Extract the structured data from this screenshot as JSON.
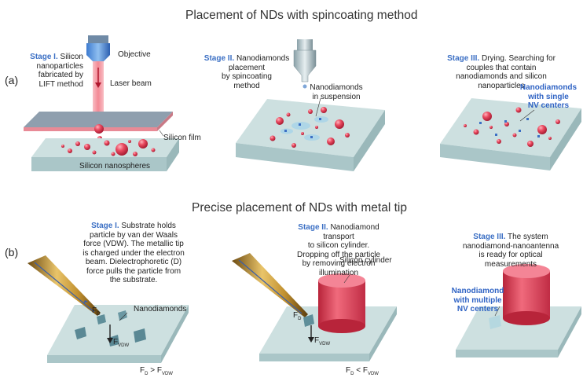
{
  "titles": {
    "top": "Placement of NDs with spincoating method",
    "bottom": "Precise placement of NDs with metal tip"
  },
  "panel_labels": {
    "a": "(a)",
    "b": "(b)"
  },
  "a": {
    "s1_stage": "Stage I.",
    "s1_text_1": "Silicon",
    "s1_text_2": "nanoparticles",
    "s1_text_3": "fabricated by",
    "s1_text_4": "LIFT method",
    "objective": "Objective",
    "laser": "Laser beam",
    "film": "Silicon film",
    "nanospheres": "Silicon nanospheres",
    "s2_stage": "Stage II.",
    "s2_text_1": "Nanodiamonds",
    "s2_text_2": "placement",
    "s2_text_3": "by spincoating",
    "s2_text_4": "method",
    "suspension_1": "Nanodiamonds",
    "suspension_2": "in suspension",
    "s3_stage": "Stage III.",
    "s3_text_1": "Drying. Searching for",
    "s3_text_2": "couples that contain",
    "s3_text_3": "nanodiamonds and silicon",
    "s3_text_4": "nanoparticles",
    "nv_1": "Nanodiamonds",
    "nv_2": "with single",
    "nv_3": "NV centers"
  },
  "b": {
    "s1_stage": "Stage I.",
    "s1_text_1": "Substrate holds",
    "s1_text_2": "particle by van der Waals",
    "s1_text_3": "force (VDW). The metallic tip",
    "s1_text_4": "is charged under the electron",
    "s1_text_5": "beam. Dielectrophoretic (D)",
    "s1_text_6": "force pulls the particle from",
    "s1_text_7": "the substrate.",
    "nanodiamonds": "Nanodiamonds",
    "fd": "F",
    "fd_sub": "D",
    "fvdw": "F",
    "fvdw_sub": "VDW",
    "ineq1_left": "F",
    "ineq1_left_sub": "D",
    "ineq1_op": " > ",
    "ineq1_right": "F",
    "ineq1_right_sub": "VDW",
    "s2_stage": "Stage II.",
    "s2_text_1": "Nanodiamond transport",
    "s2_text_2": "to silicon cylinder.",
    "s2_text_3": "Dropping off the particle",
    "s2_text_4": "by removing electron",
    "s2_text_5": "illumination",
    "cylinder": "Silicon cylinder",
    "ineq2_op": " < ",
    "s3_stage": "Stage III.",
    "s3_text_1": "The system",
    "s3_text_2": "nanodiamond-nanoantenna",
    "s3_text_3": "is ready for optical",
    "s3_text_4": "measurements",
    "mnv_1": "Nanodiamond",
    "mnv_2": "with multiple",
    "mnv_3": "NV centers"
  },
  "colors": {
    "substrate_top": "#c9dede",
    "substrate_side": "#a8c4c6",
    "silicon": "#e8435a",
    "accent_blue": "#3b6fc4",
    "tip_gold": "#c99a3a"
  }
}
